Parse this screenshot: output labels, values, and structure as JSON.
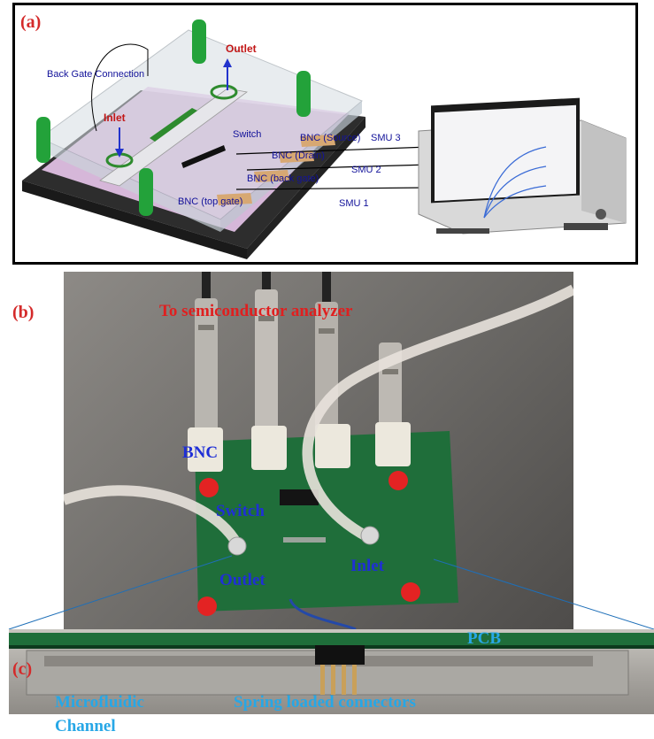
{
  "panel_a": {
    "letter": "(a)",
    "labels": {
      "outlet": "Outlet",
      "back_gate_connection": "Back Gate Connection",
      "inlet": "Inlet",
      "switch": "Switch",
      "bnc_source": "BNC (Source)",
      "bnc_drain": "BNC (Drain)",
      "bnc_back_gate": "BNC (back gate)",
      "bnc_top_gate": "BNC (top gate)",
      "smu3": "SMU 3",
      "smu2": "SMU 2",
      "smu1": "SMU 1"
    }
  },
  "panel_b": {
    "letter": "(b)",
    "labels": {
      "to_analyzer": "To semiconductor analyzer",
      "bnc": "BNC",
      "switch": "Switch",
      "outlet": "Outlet",
      "inlet": "Inlet"
    }
  },
  "panel_c": {
    "letter": "(c)",
    "labels": {
      "pcb": "PCB",
      "spring_connectors": "Spring loaded connectors",
      "microfluidic_1": "Microfluidic",
      "microfluidic_2": "Channel"
    }
  }
}
